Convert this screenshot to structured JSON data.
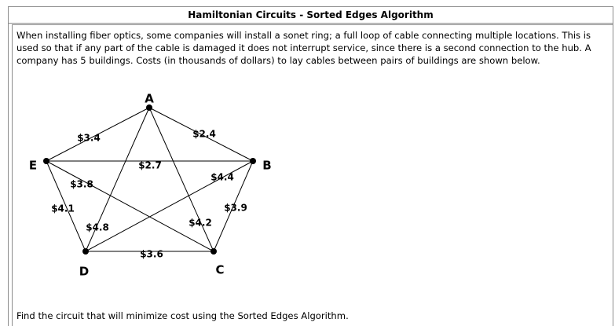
{
  "title": "Hamiltonian Circuits - Sorted Edges Algorithm",
  "intro": "When installing fiber optics, some companies will install a sonet ring; a full loop of cable connecting multiple locations. This is used so that if any part of the cable is damaged it does not interrupt service, since there is a second connection to the hub. A company has 5 buildings. Costs (in thousands of dollars) to lay cables between pairs of buildings are shown below.",
  "graph": {
    "vertices": [
      "A",
      "B",
      "C",
      "D",
      "E"
    ],
    "edges": [
      {
        "from": "A",
        "to": "E",
        "label": "$3.4"
      },
      {
        "from": "A",
        "to": "B",
        "label": "$2.4"
      },
      {
        "from": "E",
        "to": "B",
        "label": "$2.7"
      },
      {
        "from": "E",
        "to": "C",
        "label": "$3.8"
      },
      {
        "from": "D",
        "to": "B",
        "label": "$4.4"
      },
      {
        "from": "E",
        "to": "D",
        "label": "$4.1"
      },
      {
        "from": "B",
        "to": "C",
        "label": "$3.9"
      },
      {
        "from": "A",
        "to": "D",
        "label": "$4.8"
      },
      {
        "from": "A",
        "to": "C",
        "label": "$4.2"
      },
      {
        "from": "D",
        "to": "C",
        "label": "$3.6"
      }
    ]
  },
  "question": "Find the circuit that will minimize cost using the Sorted Edges Algorithm."
}
